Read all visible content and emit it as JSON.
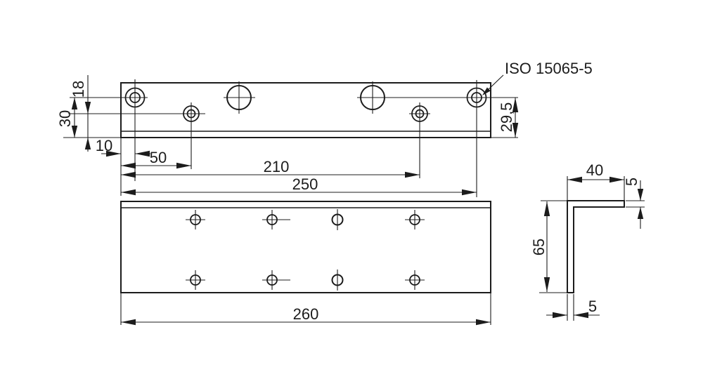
{
  "drawing": {
    "annotation": {
      "iso_label": "ISO 15065-5"
    },
    "dimensions": {
      "top_view": {
        "row_offset": "18",
        "row1_to_bottom_left": "30",
        "edge_to_col1": "10",
        "edge_to_col2": "50",
        "edge_to_col5": "210",
        "edge_to_col6": "250",
        "row1_to_bottom_right": "29,5"
      },
      "front_view": {
        "length": "260"
      },
      "side_profile": {
        "leg_width": "40",
        "top_thickness": "5",
        "leg_height": "65",
        "wall_thickness": "5"
      }
    },
    "colors": {
      "line": "#1c1c1c",
      "background": "#ffffff"
    }
  }
}
